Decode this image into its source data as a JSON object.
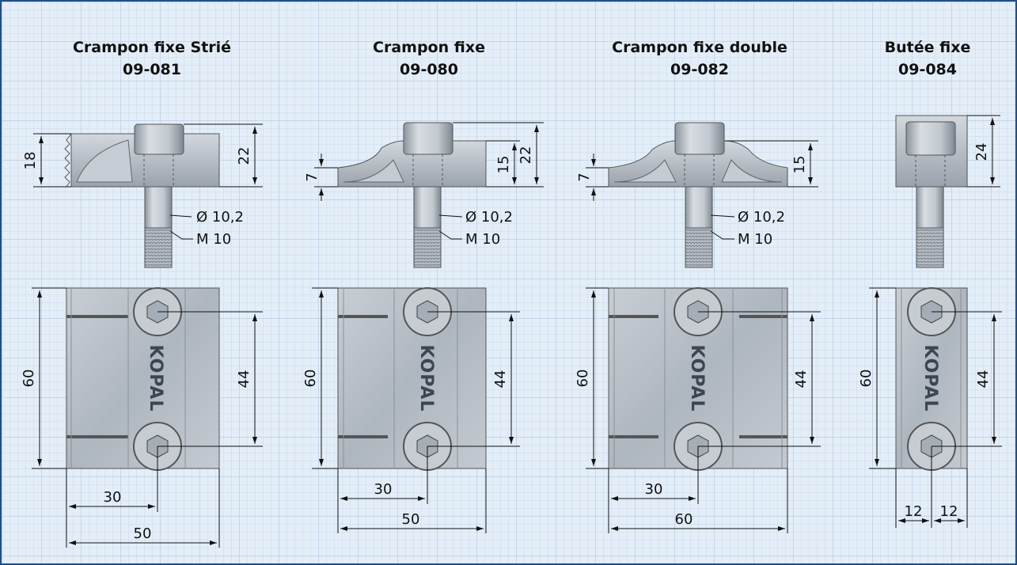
{
  "products": [
    {
      "name": "Crampon fixe Strié",
      "code": "09-081",
      "side": {
        "height": "18",
        "total": "22",
        "diameter": "Ø 10,2",
        "thread": "M 10"
      },
      "top": {
        "height": "60",
        "spacing": "44",
        "offset": "30",
        "width": "50"
      },
      "logo": "KOPAL"
    },
    {
      "name": "Crampon fixe",
      "code": "09-080",
      "side": {
        "lip": "7",
        "body": "15",
        "total": "22",
        "diameter": "Ø 10,2",
        "thread": "M 10"
      },
      "top": {
        "height": "60",
        "spacing": "44",
        "offset": "30",
        "width": "50"
      },
      "logo": "KOPAL"
    },
    {
      "name": "Crampon fixe double",
      "code": "09-082",
      "side": {
        "lip": "7",
        "body": "15",
        "diameter": "Ø 10,2",
        "thread": "M 10"
      },
      "top": {
        "height": "60",
        "spacing": "44",
        "offset": "30",
        "width": "60"
      },
      "logo": "KOPAL"
    },
    {
      "name": "Butée fixe",
      "code": "09-084",
      "side": {
        "total": "24"
      },
      "top": {
        "height": "60",
        "spacing": "44",
        "half_left": "12",
        "half_right": "12"
      },
      "logo": "KOPAL"
    }
  ],
  "colors": {
    "grid_background": "#e4eef8",
    "border": "#1f4e8c",
    "metal": "#b9c0c8"
  }
}
